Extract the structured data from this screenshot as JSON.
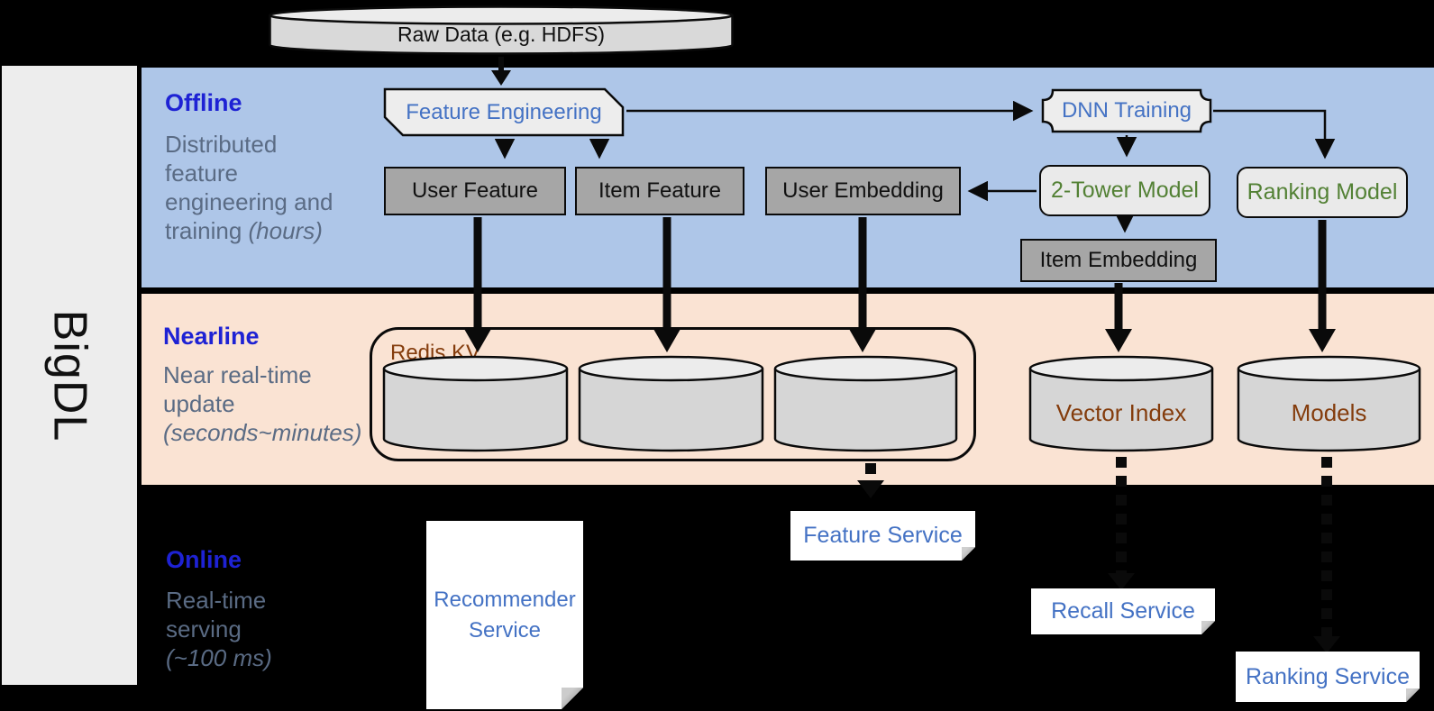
{
  "sidebar": {
    "brand": "BigDL"
  },
  "top": {
    "raw_data_label": "Raw Data (e.g. HDFS)"
  },
  "offline": {
    "title": "Offline",
    "subtitle_line1": "Distributed",
    "subtitle_line2": "feature",
    "subtitle_line3": "engineering and",
    "subtitle_line4": "training ",
    "subtitle_line4_italic": "(hours)",
    "feature_engineering": "Feature Engineering",
    "dnn_training": "DNN Training",
    "user_feature": "User Feature",
    "item_feature": "Item Feature",
    "user_embedding": "User Embedding",
    "two_tower_model": "2-Tower Model",
    "ranking_model": "Ranking Model",
    "item_embedding": "Item Embedding"
  },
  "nearline": {
    "title": "Nearline",
    "subtitle_line1": "Near real-time",
    "subtitle_line2": "update",
    "subtitle_line3_italic": "(seconds~minutes)",
    "redis_kv": "Redis KV",
    "vector_index": "Vector Index",
    "models": "Models"
  },
  "online": {
    "title": "Online",
    "subtitle_line1": "Real-time",
    "subtitle_line2": "serving",
    "subtitle_line3_italic": "(~100 ms)",
    "recommender_service": "Recommender Service",
    "feature_service": "Feature Service",
    "recall_service": "Recall Service",
    "ranking_service": "Ranking Service"
  },
  "colors": {
    "offline_band": "#aec6e8",
    "nearline_band": "#fae3d3",
    "online_band": "#000000",
    "sidebar_bg": "#ededed",
    "heading_blue": "#1e22d4",
    "subtitle_gray": "#5a6b84",
    "service_blue": "#4472c4",
    "model_green": "#538135",
    "storage_brown": "#843c0c",
    "box_gray": "#a6a6a6",
    "box_light": "#eaeaea"
  }
}
